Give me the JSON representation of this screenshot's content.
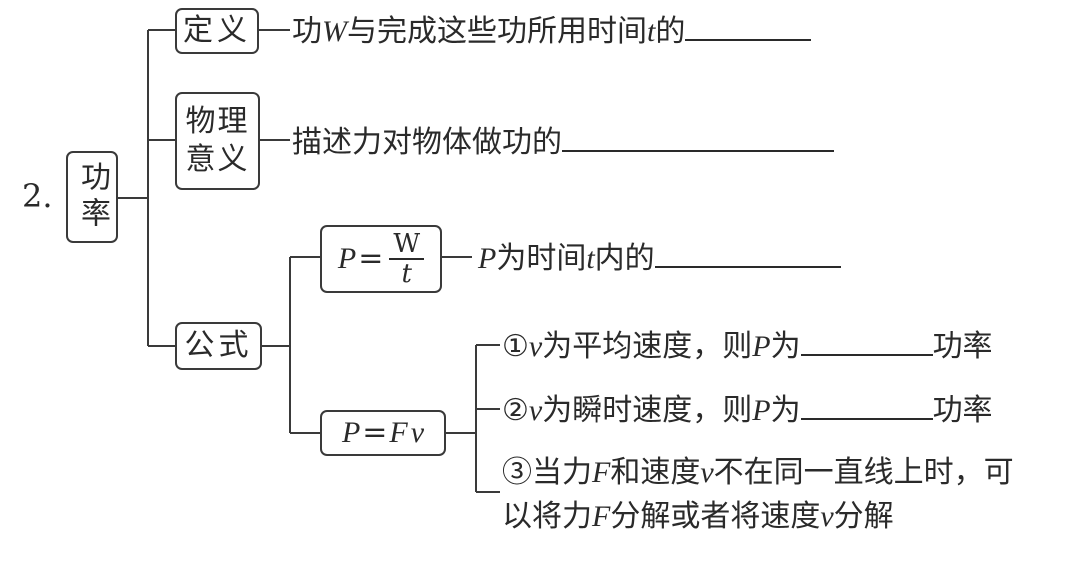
{
  "section_number": "2.",
  "root": {
    "label": "功率"
  },
  "branches": {
    "definition": {
      "label": "定义",
      "text_pre": "功",
      "var_w": "W",
      "text_mid": "与完成这些功所用时间",
      "var_t": "t",
      "text_post": "的"
    },
    "physical_meaning": {
      "label_line1": "物理",
      "label_line2": "意义",
      "text": "描述力对物体做功的"
    },
    "formula": {
      "label": "公式",
      "formula1": {
        "lhs": "P",
        "eq": "=",
        "numerator": "W",
        "denominator": "t",
        "desc_var_p": "P",
        "desc_mid": "为时间",
        "desc_var_t": "t",
        "desc_post": "内的"
      },
      "formula2": {
        "lhs": "P",
        "eq": "=",
        "rhs_f": "F",
        "rhs_v": "v",
        "items": [
          {
            "marker": "①",
            "var_v": "v",
            "text_a": "为平均速度，则",
            "var_p": "P",
            "text_b": "为",
            "suffix": "功率"
          },
          {
            "marker": "②",
            "var_v": "v",
            "text_a": "为瞬时速度，则",
            "var_p": "P",
            "text_b": "为",
            "suffix": "功率"
          },
          {
            "marker": "③",
            "line1_a": "当力",
            "var_f": "F",
            "line1_b": "和速度",
            "var_v": "v",
            "line1_c": "不在同一直线上时，可",
            "line2_a": "以将力",
            "var_f2": "F",
            "line2_b": "分解或者将速度",
            "var_v2": "v",
            "line2_c": "分解"
          }
        ]
      }
    }
  }
}
